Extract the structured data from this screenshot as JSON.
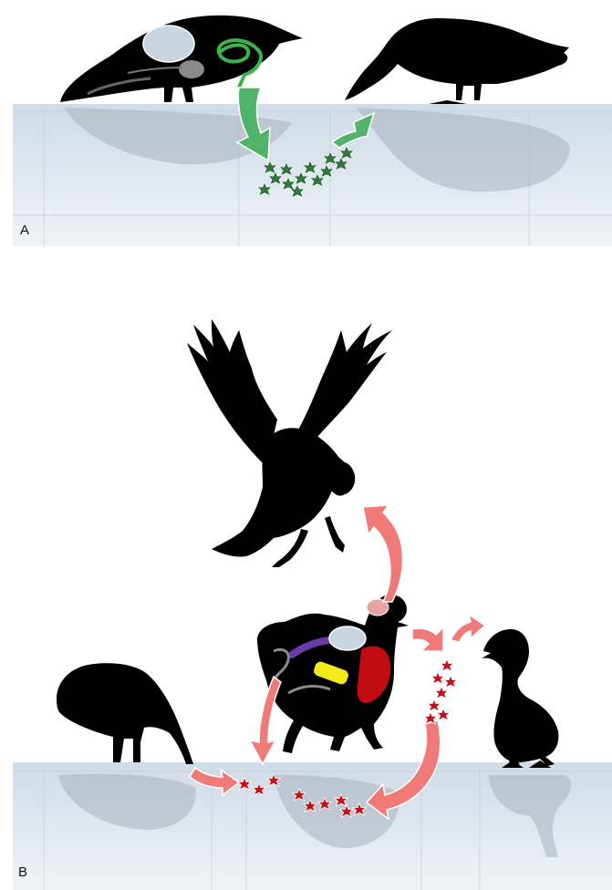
{
  "panels": [
    {
      "id": "A",
      "label": "A"
    },
    {
      "id": "B",
      "label": "B"
    }
  ],
  "colors": {
    "silhouette": "#000000",
    "ground": "#dde6ee",
    "reflection": "#a9b3bb",
    "green_arrow": "#4fb36a",
    "green_organism": "#2f7a35",
    "red_arrow": "#ef7a78",
    "red_organism": "#c0141c",
    "air_sac": "#c8d6e0",
    "organ_purple": "#6a3aa8",
    "organ_yellow": "#f2ea19",
    "organ_red": "#c00c10",
    "organ_pink": "#e9a3a5",
    "organ_gray": "#8a8a8a"
  },
  "icons": [
    "grazing-goose-silhouette",
    "feeding-duck-silhouette",
    "eagle-silhouette",
    "infected-duck-silhouette",
    "standing-duck-silhouette"
  ]
}
